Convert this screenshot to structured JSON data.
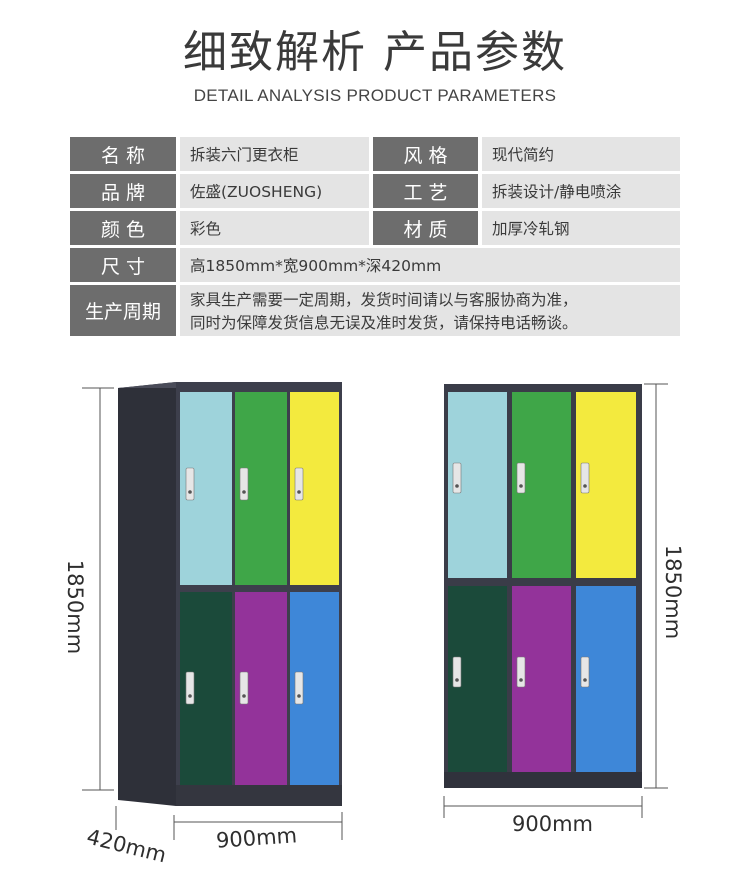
{
  "header": {
    "title_cn": "细致解析 产品参数",
    "title_en": "DETAIL ANALYSIS   PRODUCT PARAMETERS"
  },
  "params": {
    "name_label": "名 称",
    "name_value": "拆装六门更衣柜",
    "style_label": "风 格",
    "style_value": "现代简约",
    "brand_label": "品 牌",
    "brand_value": "佐盛(ZUOSHENG)",
    "craft_label": "工 艺",
    "craft_value": "拆装设计/静电喷涂",
    "color_label": "颜 色",
    "color_value": "彩色",
    "material_label": "材 质",
    "material_value": "加厚冷轧钢",
    "size_label": "尺 寸",
    "size_value": "高1850mm*宽900mm*深420mm",
    "cycle_label": "生产周期",
    "cycle_line1": "家具生产需要一定周期，发货时间请以与客服协商为准，",
    "cycle_line2": "同时为保障发货信息无误及准时发货，请保持电话畅谈。"
  },
  "dimensions": {
    "height_left": "1850mm",
    "depth": "420mm",
    "width_left": "900mm",
    "height_right": "1850mm",
    "width_right": "900mm"
  },
  "colors": {
    "label_bg": "#6d6d6d",
    "value_bg": "#e4e4e4",
    "cabinet_frame": "#3d3f4c",
    "door_light_blue": "#9ed3db",
    "door_green": "#3fa648",
    "door_yellow": "#f3ea3e",
    "door_dark_green": "#1b4a3a",
    "door_purple": "#93339a",
    "door_blue": "#3e87d8"
  }
}
